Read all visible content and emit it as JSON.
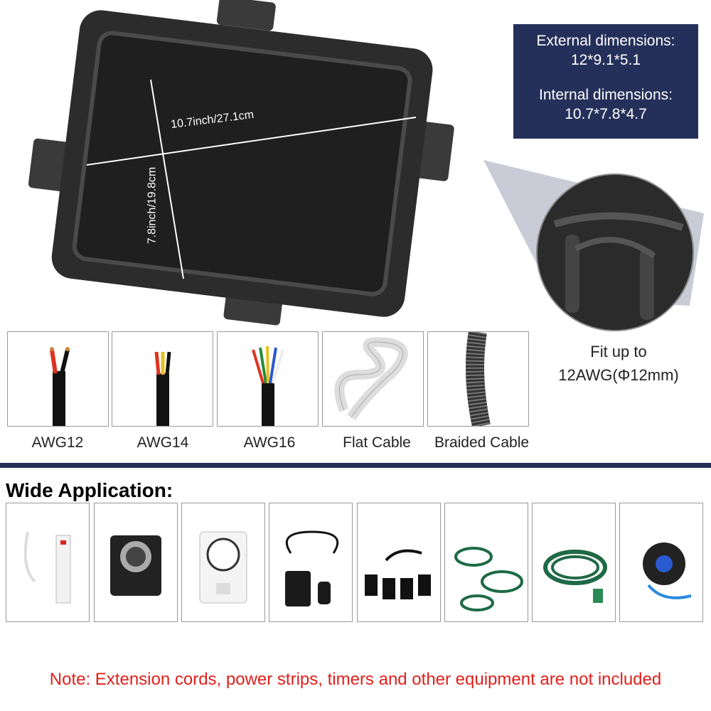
{
  "product": {
    "width_label": "10.7inch/27.1cm",
    "depth_label": "7.8inch/19.8cm"
  },
  "dimensions": {
    "external_title": "External dimensions:",
    "external_value": "12*9.1*5.1",
    "internal_title": "Internal dimensions:",
    "internal_value": "10.7*7.8*4.7"
  },
  "fit": {
    "line1": "Fit up to",
    "line2": "12AWG(Φ12mm)"
  },
  "cables": [
    {
      "label": "AWG12"
    },
    {
      "label": "AWG14"
    },
    {
      "label": "AWG16"
    },
    {
      "label": "Flat Cable"
    },
    {
      "label": "Braided Cable"
    }
  ],
  "application_title": "Wide Application:",
  "applications": [
    "power-strip",
    "outdoor-timer",
    "mechanical-timer",
    "remote-outlet",
    "splitter-cord",
    "green-splitter-cord",
    "green-extension-cord",
    "cord-reel"
  ],
  "note": "Note: Extension cords, power strips, timers and other equipment are not included",
  "colors": {
    "navy": "#24305a",
    "note_red": "#e0201c"
  }
}
